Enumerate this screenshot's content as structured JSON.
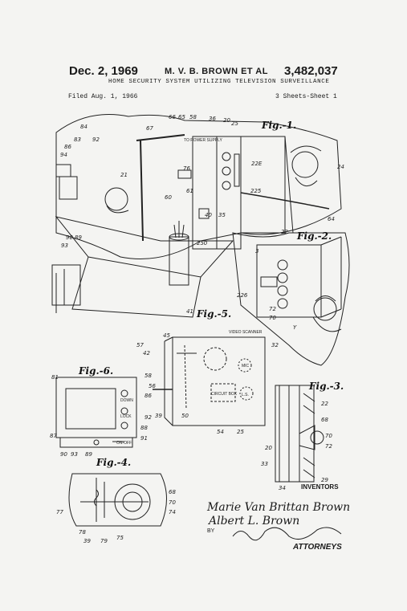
{
  "header": {
    "date": "Dec. 2, 1969",
    "names": "M. V. B. BROWN  ET AL",
    "patent_number": "3,482,037",
    "title": "HOME SECURITY SYSTEM UTILIZING TELEVISION SURVEILLANCE",
    "filed": "Filed Aug. 1, 1966",
    "sheets": "3 Sheets-Sheet 1"
  },
  "figures": {
    "fig1": "Fig.-1.",
    "fig2": "Fig.-2.",
    "fig3": "Fig.-3.",
    "fig4": "Fig.-4.",
    "fig5": "Fig.-5.",
    "fig6": "Fig.-6."
  },
  "labels": {
    "to_power_supply": "TO POWER SUPPLY",
    "video_scanner": "VIDEO SCANNER",
    "circuit_box": "CIRCUIT BOX",
    "mic": "MIC",
    "ls": "L.S.",
    "down": "DOWN",
    "lock": "LOCK",
    "on_off": "ON-OFF"
  },
  "footer": {
    "inventors_label": "INVENTORS",
    "inventor1": "Marie Van Brittan Brown",
    "inventor2": "Albert L. Brown",
    "by": "BY",
    "attorneys": "ATTORNEYS"
  }
}
